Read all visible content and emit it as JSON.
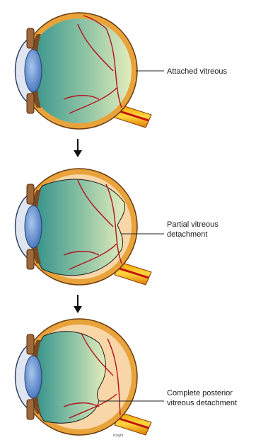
{
  "stages": [
    {
      "label_lines": [
        "Attached vitreous"
      ]
    },
    {
      "label_lines": [
        "Partial vitreous",
        "detachment"
      ]
    },
    {
      "label_lines": [
        "Complete posterior",
        "vitreous detachment"
      ]
    }
  ],
  "signature": "Knight",
  "colors": {
    "sclera": "#e8a33a",
    "vitreous_front": "#2f8f8a",
    "vitreous_back": "#d9e6b0",
    "fluid_space": "#f8d6a8",
    "vessel": "#b3121c",
    "optic_nerve": "#f2c200",
    "iris": "#a0693a",
    "lens": "#5b86c8",
    "cornea": "#dfe6f2",
    "arrow": "#111111",
    "outline": "#222222"
  },
  "icons": [
    "down-arrow-icon"
  ]
}
